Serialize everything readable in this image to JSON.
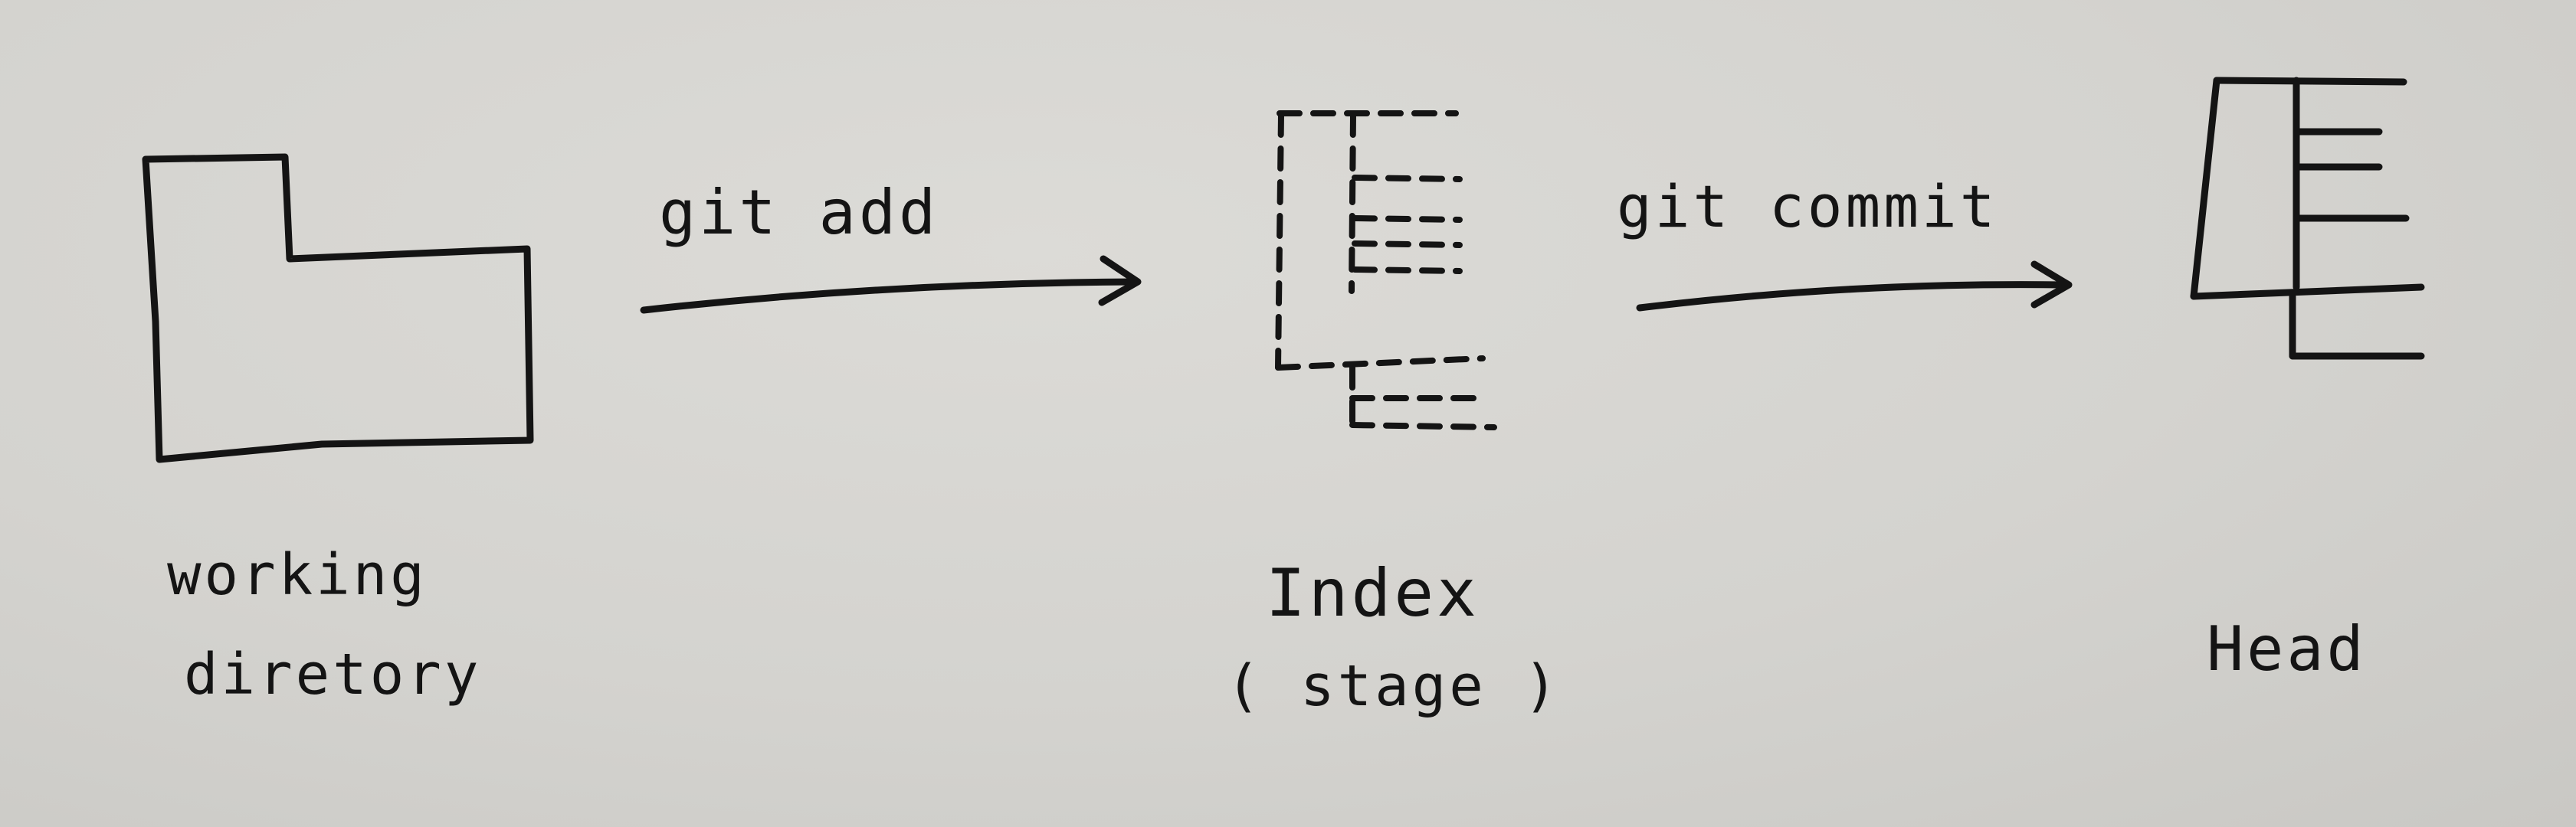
{
  "nodes": [
    {
      "id": "working-directory",
      "lines": [
        "working",
        "diretory"
      ]
    },
    {
      "id": "index",
      "lines": [
        "Index",
        "( stage )"
      ]
    },
    {
      "id": "head",
      "lines": [
        "Head"
      ]
    }
  ],
  "edges": [
    {
      "from": "working-directory",
      "to": "index",
      "label": "git  add"
    },
    {
      "from": "index",
      "to": "head",
      "label": "git  commit"
    }
  ]
}
